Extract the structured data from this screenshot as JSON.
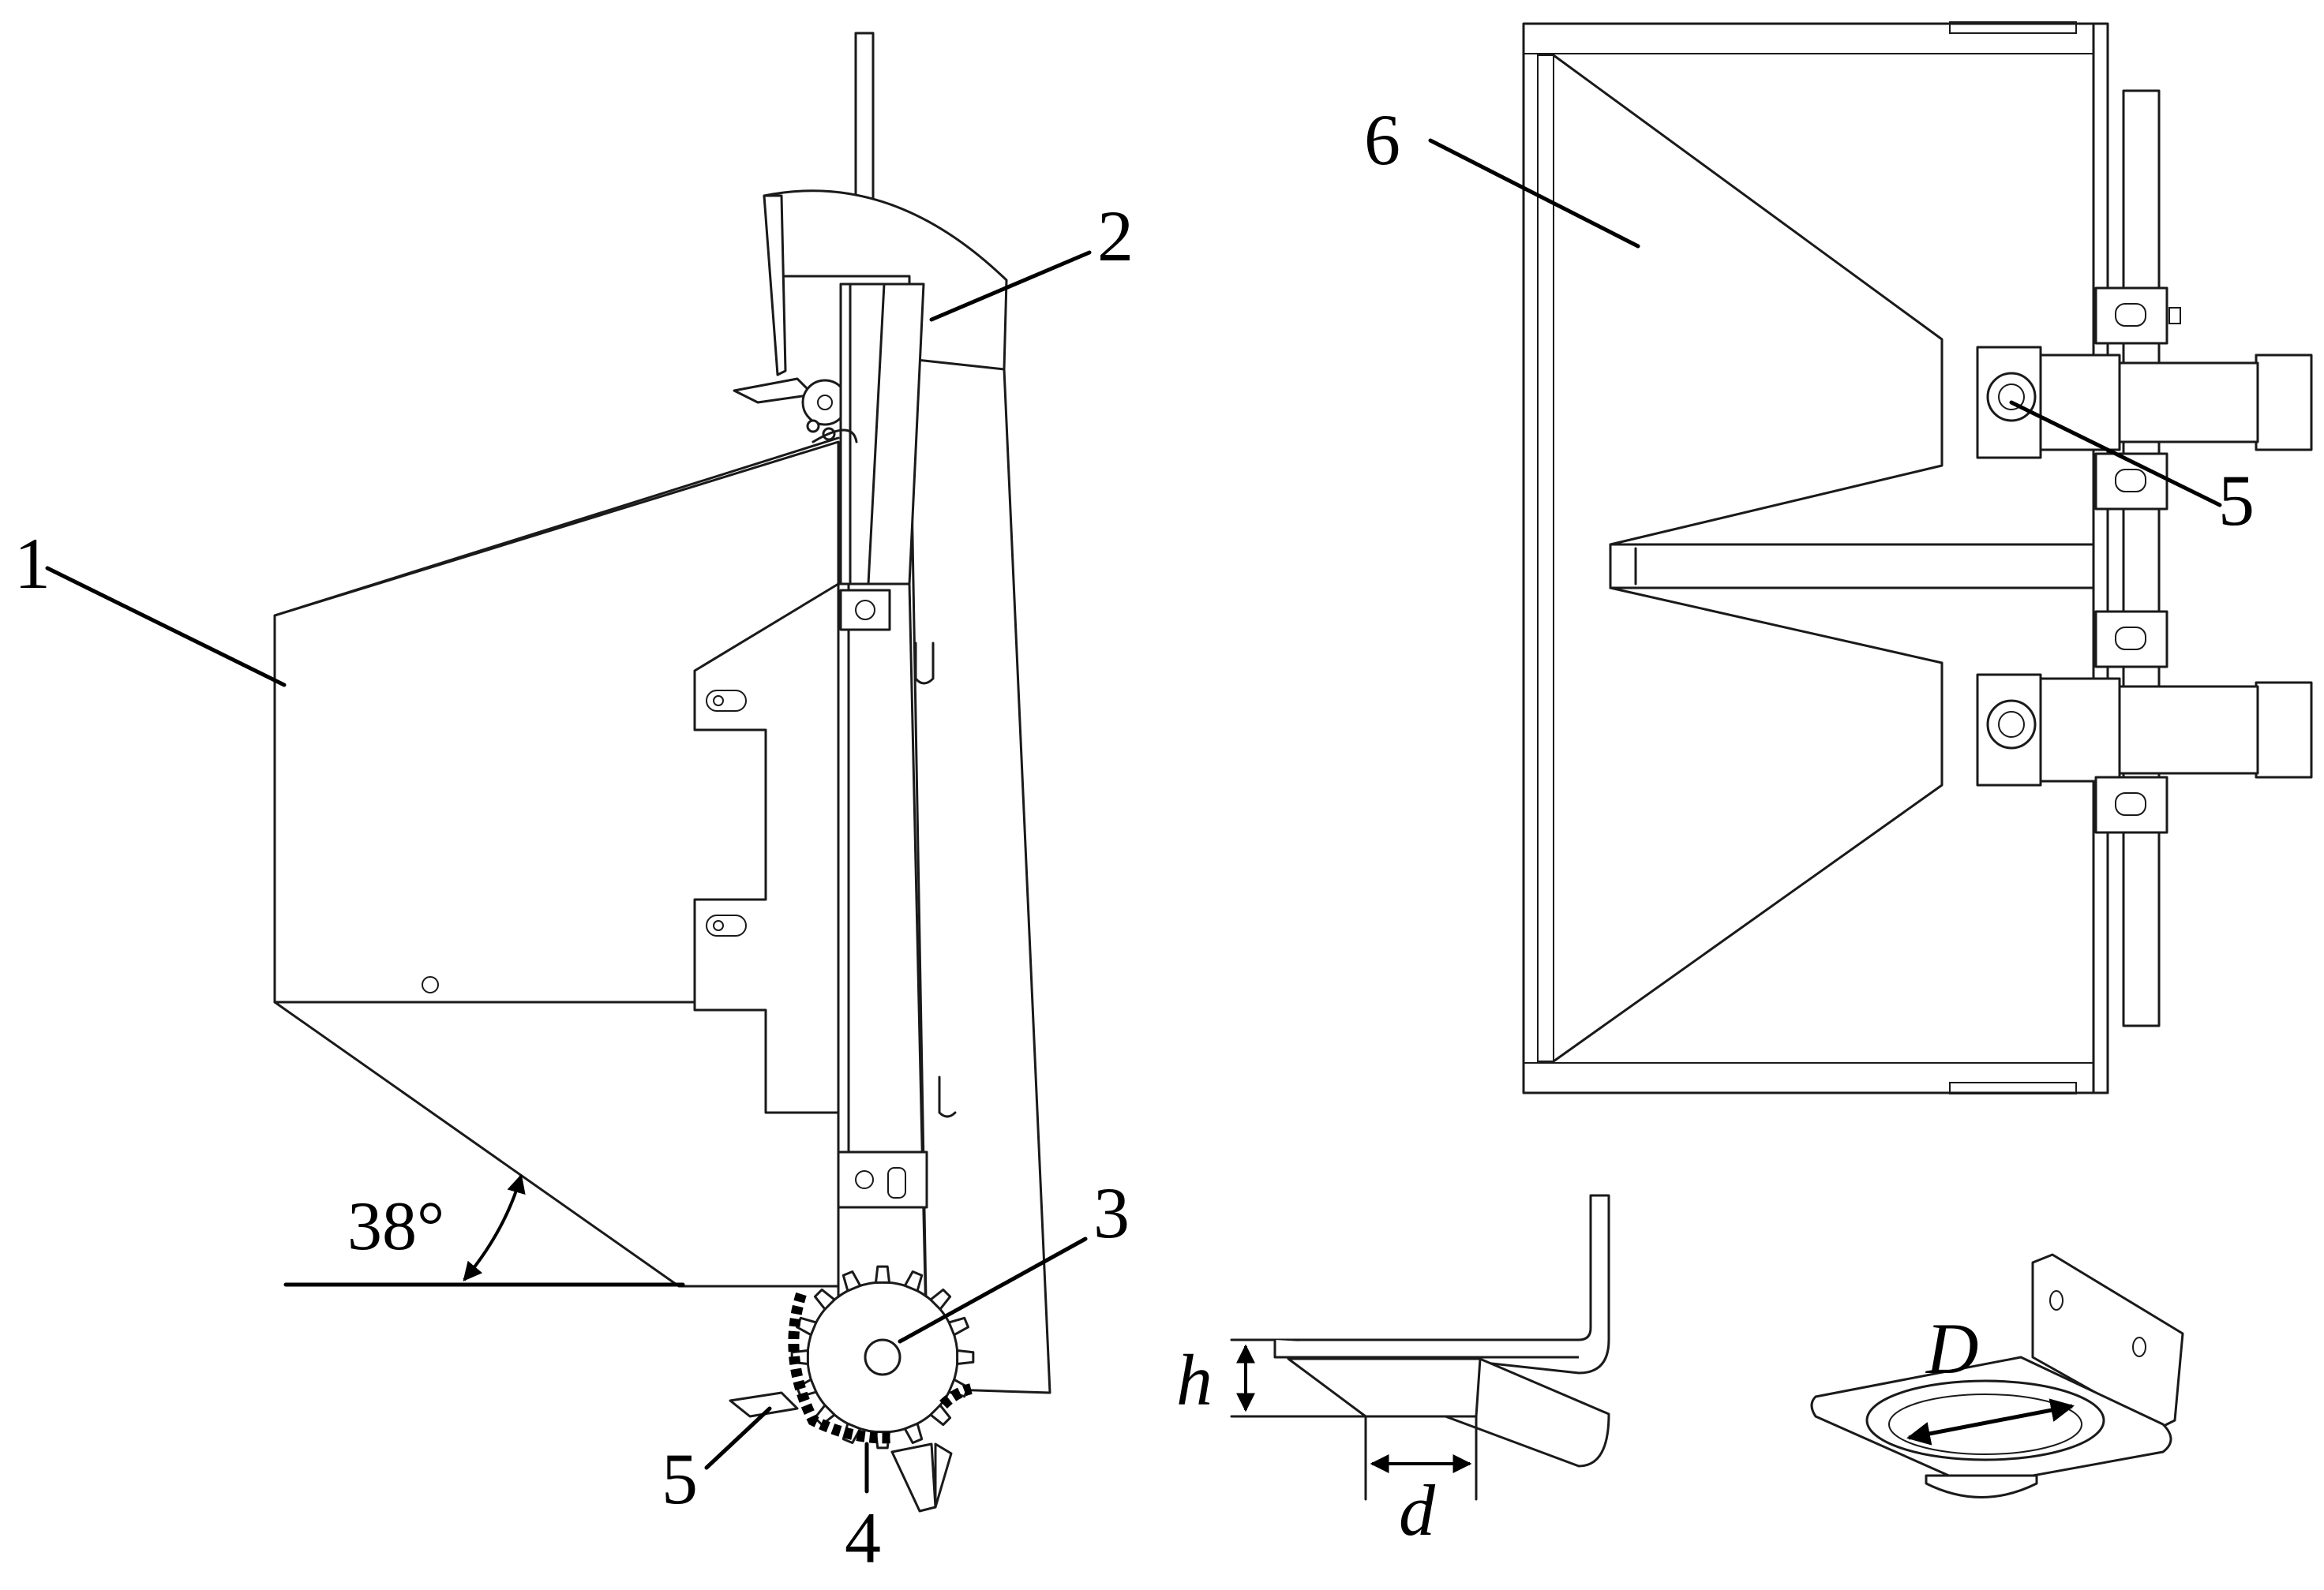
{
  "labels": {
    "part1": "1",
    "part2": "2",
    "part3": "3",
    "part4": "4",
    "part5_left": "5",
    "part5_right": "5",
    "part6": "6",
    "angle": "38°",
    "dim_h": "h",
    "dim_d": "d",
    "dim_D": "D"
  }
}
